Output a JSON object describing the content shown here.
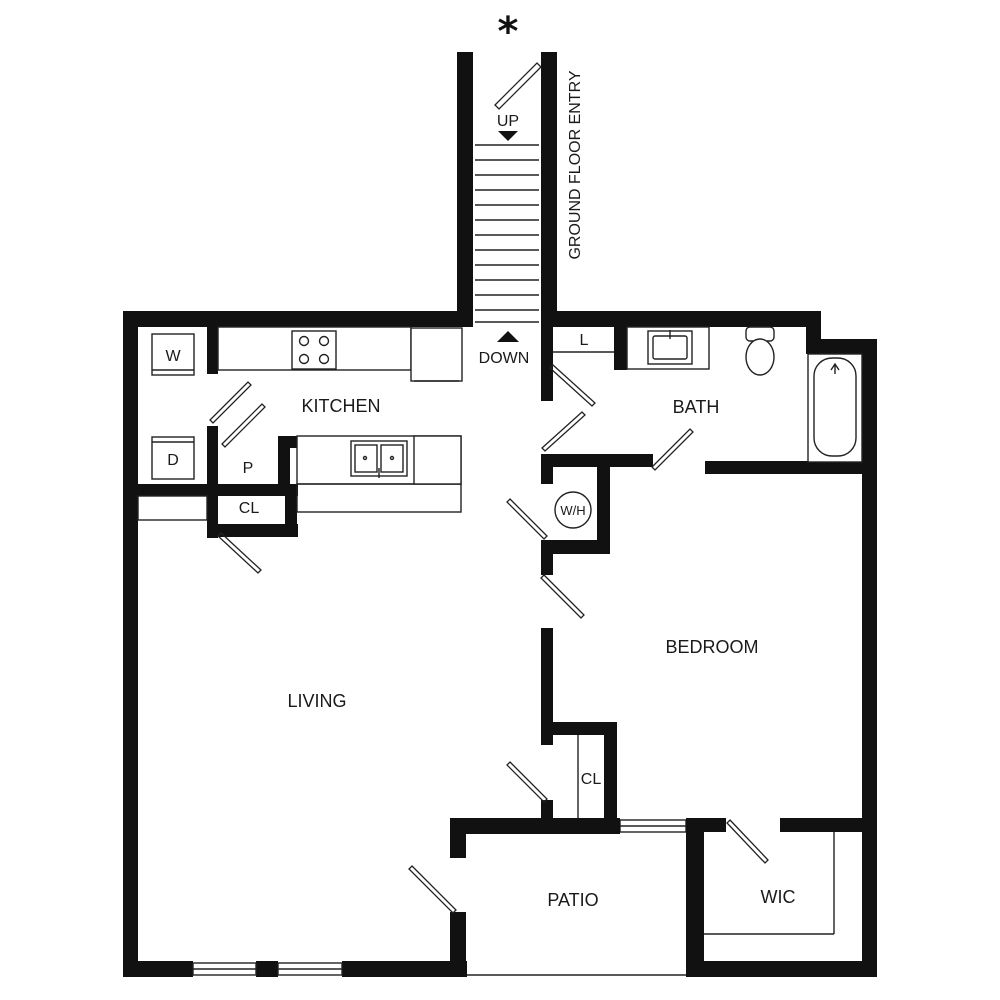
{
  "marker": {
    "symbol": "*"
  },
  "stairs": {
    "up_label": "UP",
    "down_label": "DOWN",
    "entry_label": "GROUND FLOOR ENTRY"
  },
  "rooms": {
    "kitchen": "KITCHEN",
    "bath": "BATH",
    "bedroom": "BEDROOM",
    "living": "LIVING",
    "patio": "PATIO",
    "wic": "WIC"
  },
  "fixtures": {
    "washer": "W",
    "dryer": "D",
    "pantry": "P",
    "closet_kitchen": "CL",
    "closet_bedroom": "CL",
    "linen": "L",
    "water_heater": "W/H"
  }
}
